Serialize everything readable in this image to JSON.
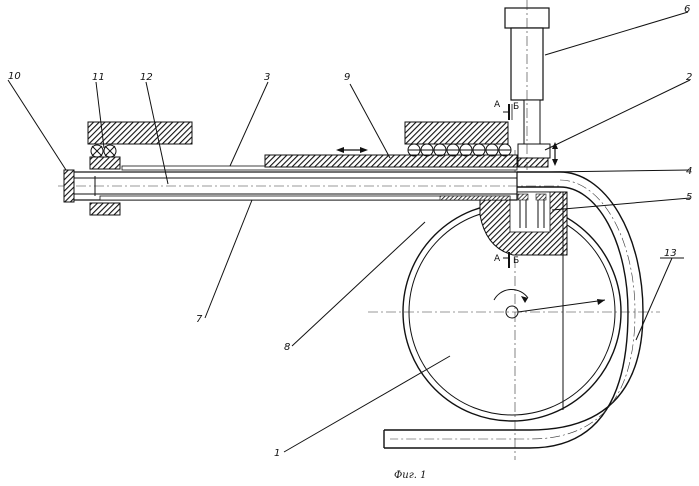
{
  "figure": {
    "caption": "Фиг. 1",
    "labels": [
      {
        "id": "1",
        "text": "1"
      },
      {
        "id": "2",
        "text": "2"
      },
      {
        "id": "3",
        "text": "3"
      },
      {
        "id": "4",
        "text": "4"
      },
      {
        "id": "5",
        "text": "5"
      },
      {
        "id": "6",
        "text": "6"
      },
      {
        "id": "7",
        "text": "7"
      },
      {
        "id": "8",
        "text": "8"
      },
      {
        "id": "9",
        "text": "9"
      },
      {
        "id": "10",
        "text": "10"
      },
      {
        "id": "11",
        "text": "11"
      },
      {
        "id": "12",
        "text": "12"
      },
      {
        "id": "13",
        "text": "13"
      }
    ],
    "section_marks": {
      "top_a": "А",
      "top_b": "Б",
      "bottom_a": "А",
      "bottom_b": "Б"
    }
  }
}
